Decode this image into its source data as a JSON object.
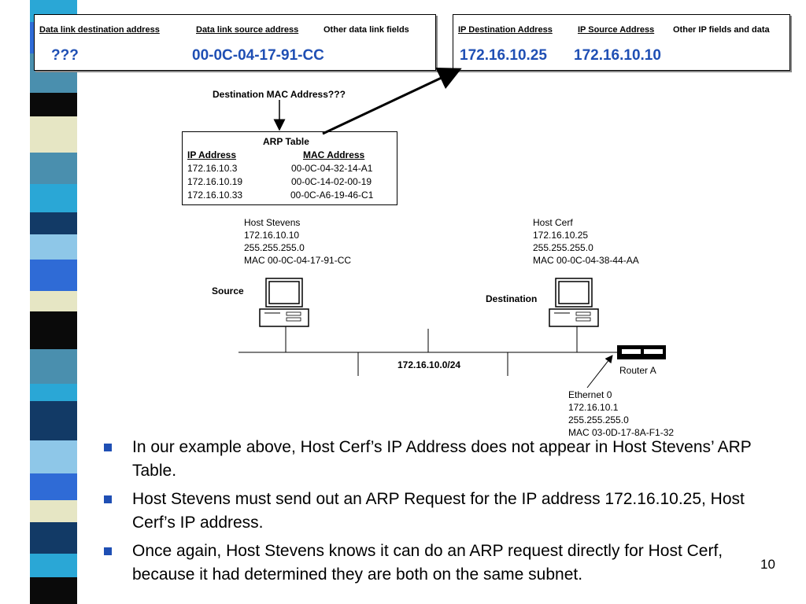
{
  "frame_dl": {
    "dest_header": "Data link destination address",
    "src_header": "Data link source address",
    "other_header": "Other data link fields",
    "dest_value": "???",
    "src_value": "00-0C-04-17-91-CC"
  },
  "frame_ip": {
    "dest_header": "IP Destination Address",
    "src_header": "IP Source Address",
    "other_header": "Other IP fields and data",
    "dest_value": "172.16.10.25",
    "src_value": "172.16.10.10"
  },
  "dest_mac_question": "Destination MAC Address???",
  "arp_table": {
    "title": "ARP Table",
    "col_ip": "IP Address",
    "col_mac": "MAC Address",
    "rows": [
      {
        "ip": "172.16.10.3",
        "mac": "00-0C-04-32-14-A1"
      },
      {
        "ip": "172.16.10.19",
        "mac": "00-0C-14-02-00-19"
      },
      {
        "ip": "172.16.10.33",
        "mac": "00-0C-A6-19-46-C1"
      }
    ]
  },
  "host_stevens": {
    "name": "Host Stevens",
    "ip": "172.16.10.10",
    "mask": "255.255.255.0",
    "mac": "MAC 00-0C-04-17-91-CC",
    "role": "Source"
  },
  "host_cerf": {
    "name": "Host Cerf",
    "ip": "172.16.10.25",
    "mask": "255.255.255.0",
    "mac": "MAC 00-0C-04-38-44-AA",
    "role": "Destination"
  },
  "network_label": "172.16.10.0/24",
  "router": {
    "name": "Router A",
    "iface": "Ethernet 0",
    "ip": "172.16.10.1",
    "mask": "255.255.255.0",
    "mac": "MAC 03-0D-17-8A-F1-32"
  },
  "bullets": [
    "In our example above, Host Cerf’s IP Address does not appear in Host Stevens’ ARP Table.",
    "Host Stevens must send out an ARP Request for the IP address 172.16.10.25, Host Cerf’s IP address.",
    "Once again, Host Stevens knows it can do an ARP request directly for Host Cerf, because it had determined they are both on the same subnet."
  ],
  "page_number": "10",
  "colors": {
    "accent": "#1f4fb4",
    "stripe_dark": "#0a0a0a",
    "stripe_navy": "#123a66",
    "stripe_teal": "#4a8fae",
    "stripe_cyan": "#2aa7d6",
    "stripe_blue": "#2f6bd6",
    "stripe_cream": "#e6e6c4",
    "stripe_sky": "#8ec7e8"
  }
}
